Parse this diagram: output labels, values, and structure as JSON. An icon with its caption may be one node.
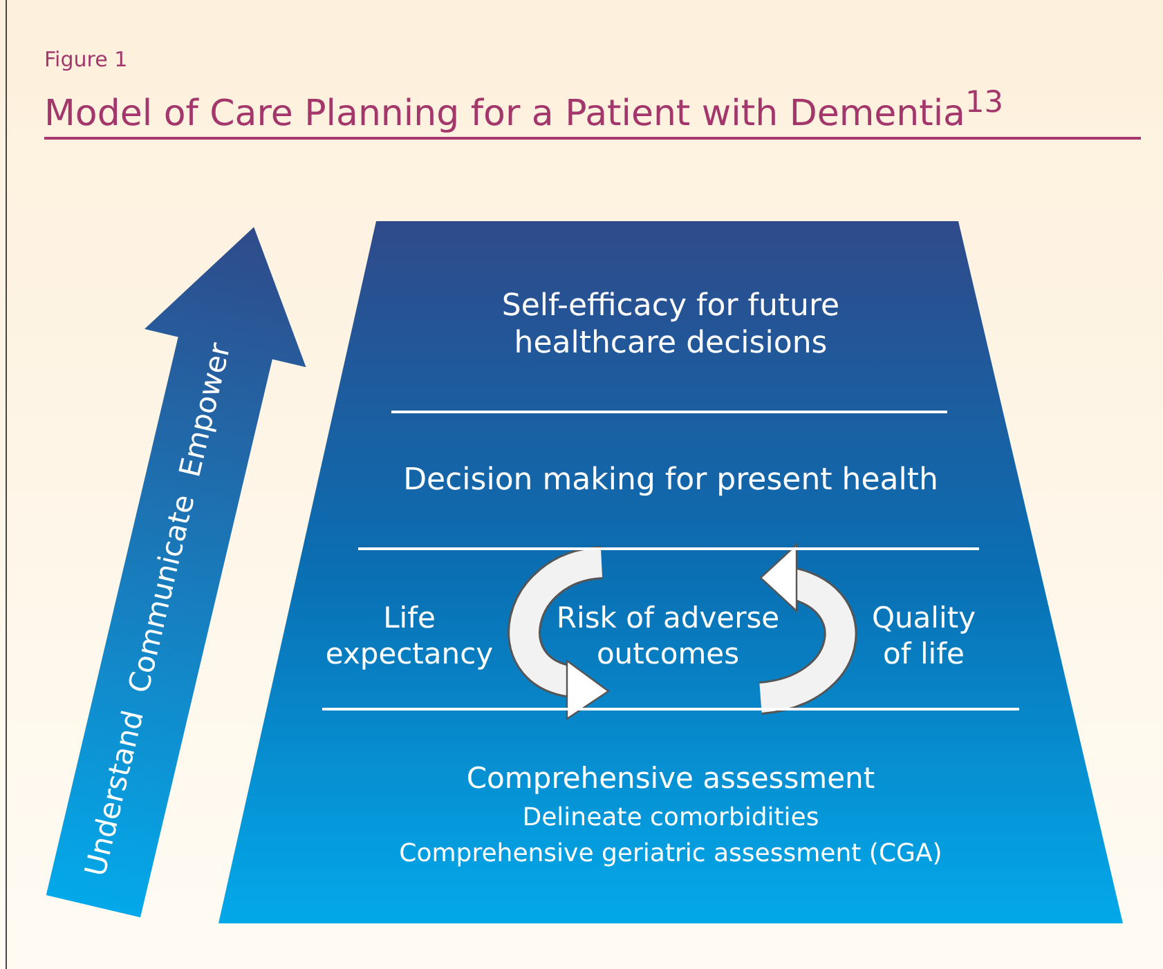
{
  "diagram": {
    "title": "Model of Care Planning for a Patient with Dementia$^{13}$",
    "nodes": [
      {
        "text": [],
        "shape": "trapezoid"
      },
      {
        "text": [
          "Self-efficacy for future healthcare decisions"
        ],
        "in": 0
      },
      {
        "text": [
          "Decision making for present health"
        ],
        "in": 0
      },
      {
        "text": [
          "Life expectancy"
        ],
        "in": 0
      },
      {
        "text": [
          "Risk of adverse outcomes"
        ],
        "in": 0
      },
      {
        "text": [
          "Quality of life"
        ],
        "in": 0
      },
      {
        "text": [
          "Comprehensive assessment",
          "Delineate comorbidities",
          "Comprehensive geriatric assessment (CGA)"
        ],
        "in": 0
      },
      {
        "text": [
          "Understand",
          "Communicate",
          "Empower"
        ]
      }
    ],
    "edges": [],
    "labels": [
      "Figure 1"
    ]
  }
}
